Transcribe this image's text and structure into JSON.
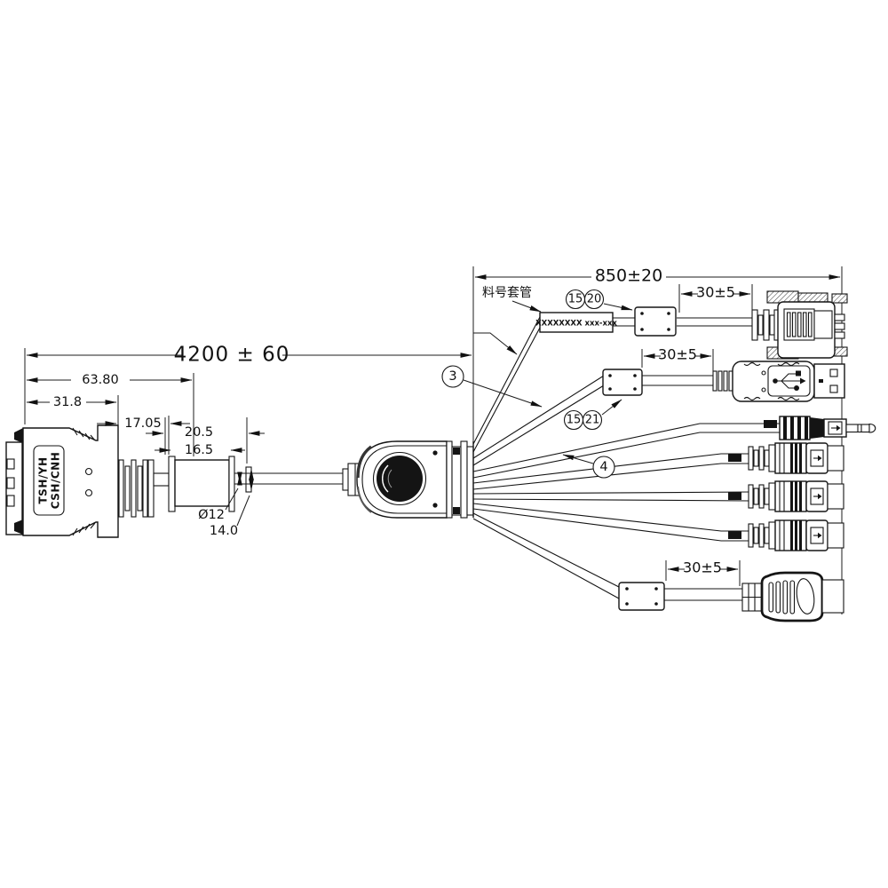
{
  "dims": {
    "total": "4200 ± 60",
    "d63_80": "63.80",
    "d31_8": "31.8",
    "d17_05": "17.05",
    "d20_5": "20.5",
    "d16_5": "16.5",
    "dia12": "Ø12",
    "d14_0": "14.0",
    "breakout": "850±20",
    "offset_vga": "30±5",
    "offset_usb": "30±5",
    "offset_hdmi": "30±5"
  },
  "callouts": {
    "c3": "3",
    "c4": "4",
    "c15a": "15",
    "c20": "20",
    "c15b": "15",
    "c21": "21"
  },
  "labels": {
    "sleeve_note": "料号套管",
    "sleeve_text": "XXXXXXXX xxx-xxx",
    "connector_line1": "TSH/YH",
    "connector_line2": "CSH/CNH"
  }
}
